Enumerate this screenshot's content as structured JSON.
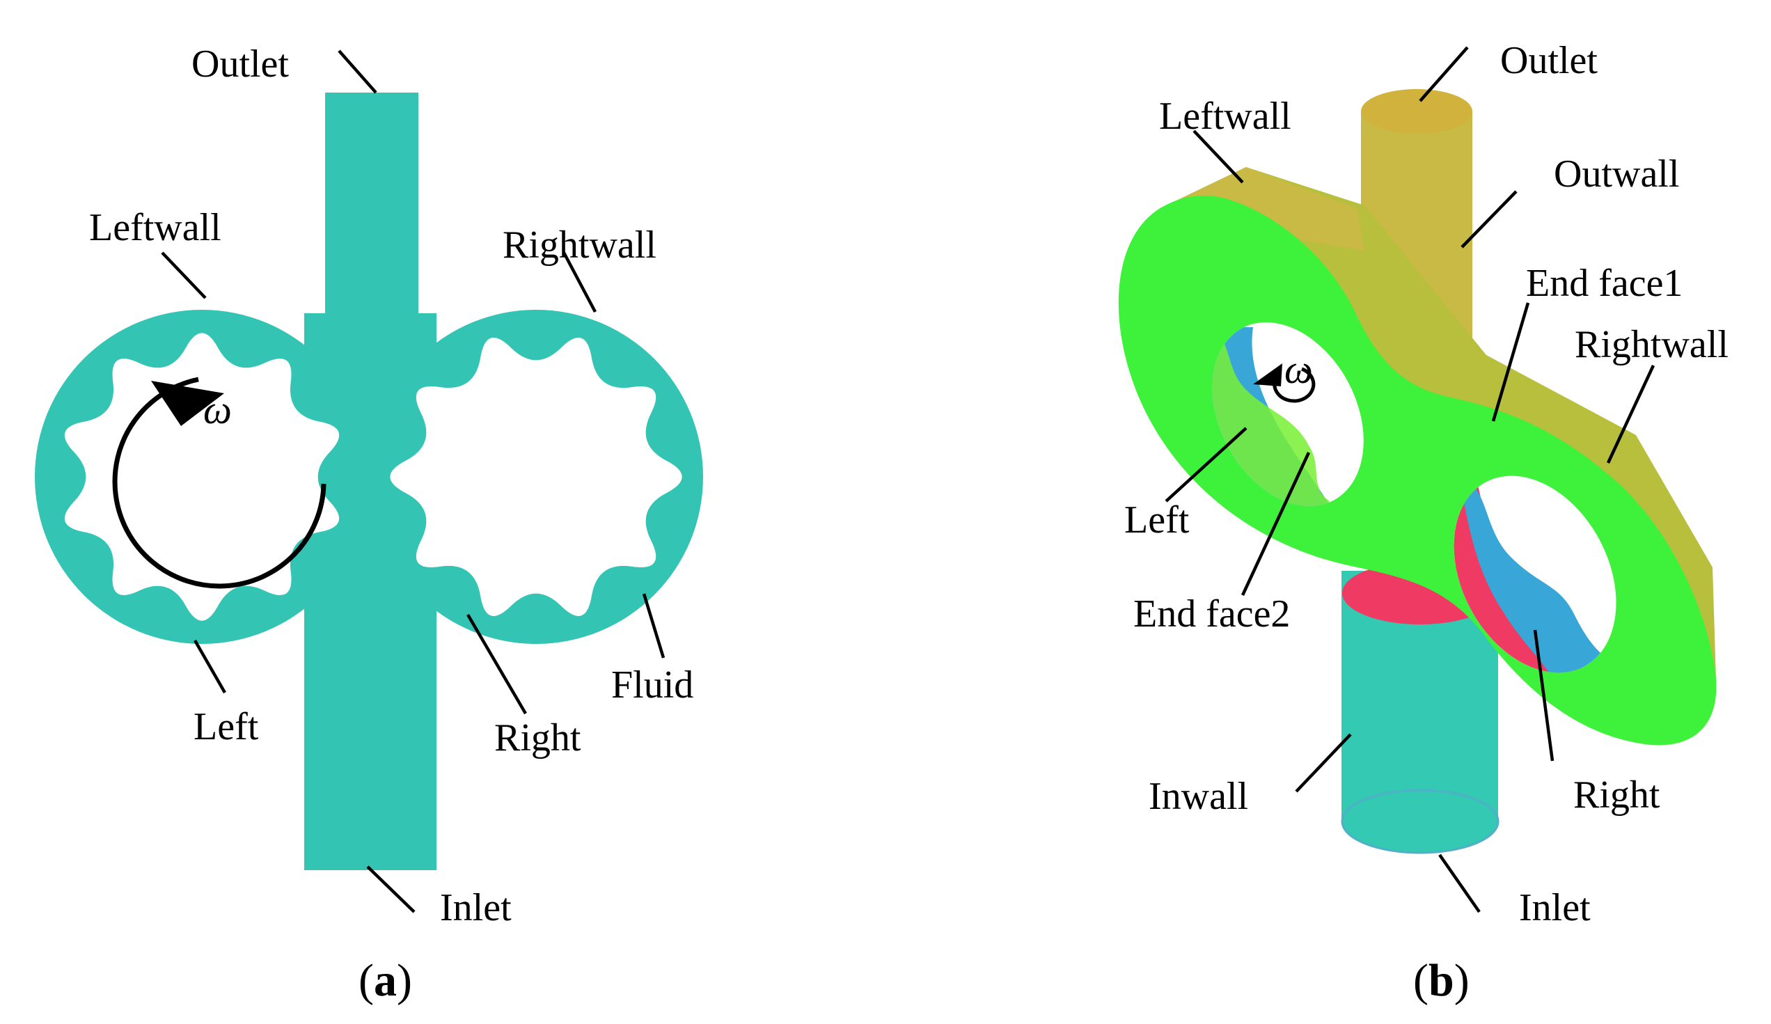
{
  "panel_a": {
    "caption_open": "(",
    "caption_letter": "a",
    "caption_close": ")",
    "omega": "ω",
    "labels": {
      "outlet": "Outlet",
      "leftwall": "Leftwall",
      "rightwall": "Rightwall",
      "left": "Left",
      "right": "Right",
      "fluid": "Fluid",
      "inlet": "Inlet"
    },
    "gear_teeth": 10
  },
  "panel_b": {
    "caption_open": "(",
    "caption_letter": "b",
    "caption_close": ")",
    "omega": "ω",
    "labels": {
      "outlet": "Outlet",
      "leftwall": "Leftwall",
      "outwall": "Outwall",
      "end_face1": "End face1",
      "rightwall": "Rightwall",
      "left": "Left",
      "end_face2": "End face2",
      "inwall": "Inwall",
      "right": "Right",
      "inlet": "Inlet"
    }
  },
  "colors": {
    "fluid_teal": "#33c4b4",
    "end_face_green": "#3ef23c",
    "wall_olive": "#c8ba44",
    "rightwall_yellowgreen": "#b6c43a",
    "inwall_teal": "#33c9b2",
    "gear_blue": "#39a6d8",
    "gear_red": "#ef3a63",
    "gear_lime": "#78f034"
  }
}
